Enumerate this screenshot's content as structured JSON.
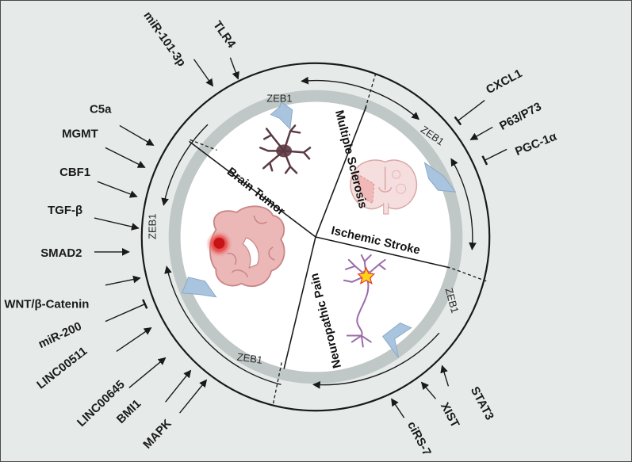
{
  "colors": {
    "background": "#e6ebea",
    "inner_band": "#bfc8c6",
    "disc": "#ffffff",
    "chevron": "#a9c4de",
    "line": "#1a1a1a"
  },
  "center_diagram": {
    "segments": {
      "multiple_sclerosis": "Multiple Sclerosis",
      "ischemic_stroke": "Ischemic Stroke",
      "neuropathic_pain": "Neuropathic Pain",
      "brain_tumor": "Brain Tumor"
    },
    "zeb1_labels": {
      "top": "ZEB1",
      "right_upper": "ZEB1",
      "right_lower": "ZEB1",
      "bottom": "ZEB1",
      "left": "ZEB1"
    },
    "icons": [
      "microglia-cell-icon",
      "coronal-brain-section-icon",
      "neuron-icon",
      "tumor-brain-icon",
      "chevron-icon"
    ]
  },
  "regulators": {
    "mir101": "miR-101-3p",
    "tlr4": "TLR4",
    "c5a": "C5a",
    "mgmt": "MGMT",
    "cbf1": "CBF1",
    "tgfb": "TGF-β",
    "smad2": "SMAD2",
    "wnt": "WNT/β-Catenin",
    "mir200": "miR-200",
    "linc00511": "LINC00511",
    "linc00645": "LINC00645",
    "bmi1": "BMI1",
    "mapk": "MAPK",
    "cxcl1": "CXCL1",
    "p63": "P63/P73",
    "pgc": "PGC-1α",
    "stat3": "STAT3",
    "xist": "XIST",
    "cirs7": "ciRS-7"
  }
}
